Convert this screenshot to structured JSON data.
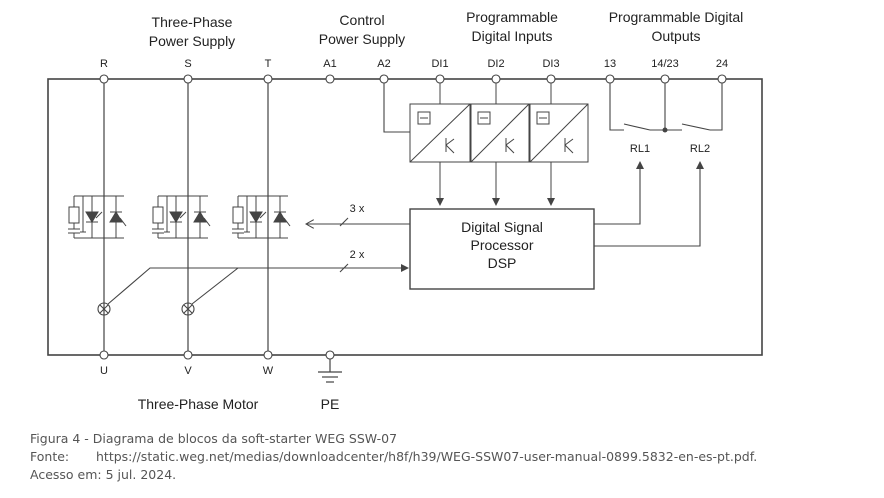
{
  "headers": {
    "power_supply": [
      "Three-Phase",
      "Power Supply"
    ],
    "control_supply": [
      "Control",
      "Power Supply"
    ],
    "digital_inputs": [
      "Programmable",
      "Digital Inputs"
    ],
    "digital_outputs": [
      "Programmable Digital",
      "Outputs"
    ]
  },
  "terminals": {
    "top": {
      "R": "R",
      "S": "S",
      "T": "T",
      "A1": "A1",
      "A2": "A2",
      "DI1": "DI1",
      "DI2": "DI2",
      "DI3": "DI3",
      "t13": "13",
      "t1423": "14/23",
      "t24": "24"
    },
    "bottom": {
      "U": "U",
      "V": "V",
      "W": "W"
    }
  },
  "relays": {
    "rl1": "RL1",
    "rl2": "RL2"
  },
  "dsp": {
    "line1": "Digital Signal",
    "line2": "Processor",
    "line3": "DSP"
  },
  "bus_labels": {
    "thyristor_bus": "3 x",
    "current_bus": "2 x"
  },
  "motor_label": "Three-Phase Motor",
  "pe_label": "PE",
  "caption": {
    "title": "Figura 4 - Diagrama de blocos da soft-starter WEG SSW-07",
    "source_label": "Fonte:",
    "source_url": "https://static.weg.net/medias/downloadcenter/h8f/h39/WEG-SSW07-user-manual-0899.5832-en-es-pt.pdf.",
    "access": "Acesso em: 5 jul. 2024."
  },
  "colors": {
    "line": "#444444",
    "text": "#222222",
    "caption": "#555555",
    "background": "#ffffff"
  }
}
